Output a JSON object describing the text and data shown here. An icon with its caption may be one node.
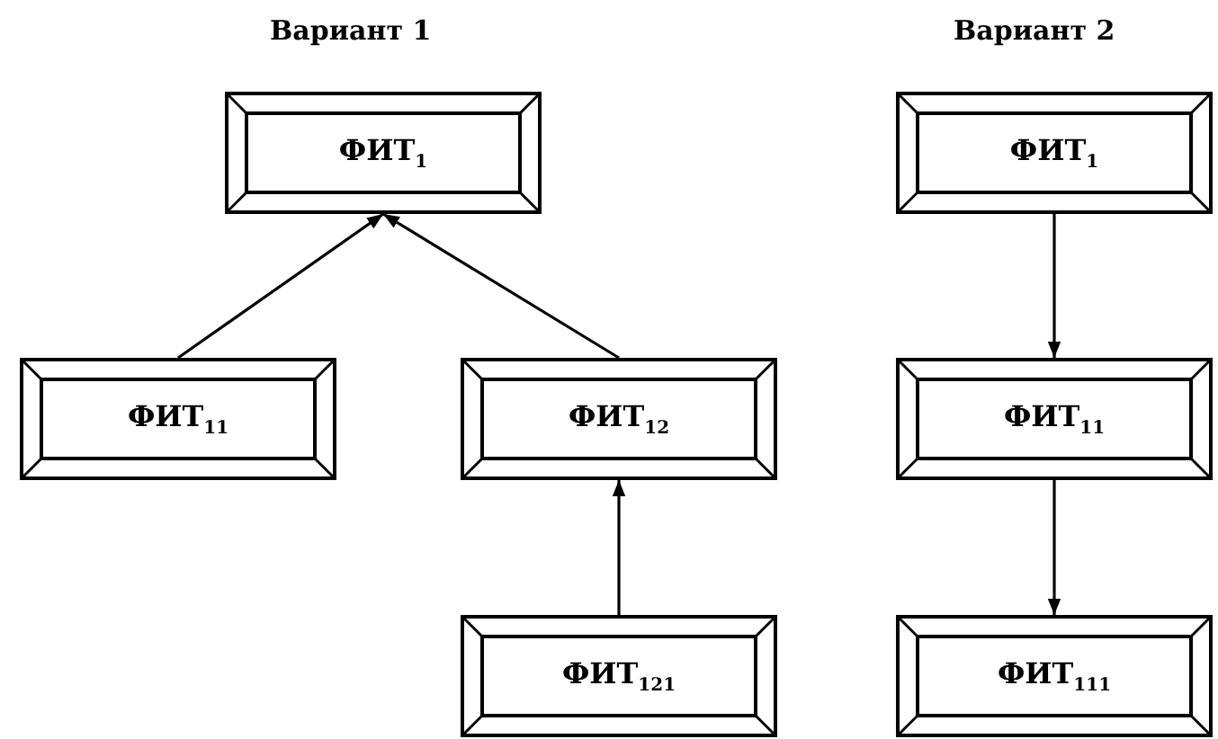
{
  "diagram": {
    "nodes": [
      {
        "text": [
          "ФИТ$_{1}$"
        ]
      },
      {
        "text": [
          "ФИТ$_{11}$"
        ]
      },
      {
        "text": [
          "ФИТ$_{12}$"
        ]
      },
      {
        "text": [
          "ФИТ$_{121}$"
        ]
      },
      {
        "text": [
          "ФИТ$_{1}$"
        ]
      },
      {
        "text": [
          "ФИТ$_{11}$"
        ]
      },
      {
        "text": [
          "ФИТ$_{111}$"
        ]
      }
    ],
    "edges": [
      {
        "from": 1,
        "to": 0,
        "arrow": "to"
      },
      {
        "from": 2,
        "to": 0,
        "arrow": "to"
      },
      {
        "from": 3,
        "to": 2,
        "arrow": "to"
      },
      {
        "from": 4,
        "to": 5,
        "arrow": "to"
      },
      {
        "from": 5,
        "to": 6,
        "arrow": "to"
      }
    ],
    "labels": [
      "Вариант 1",
      "Вариант 2"
    ]
  }
}
